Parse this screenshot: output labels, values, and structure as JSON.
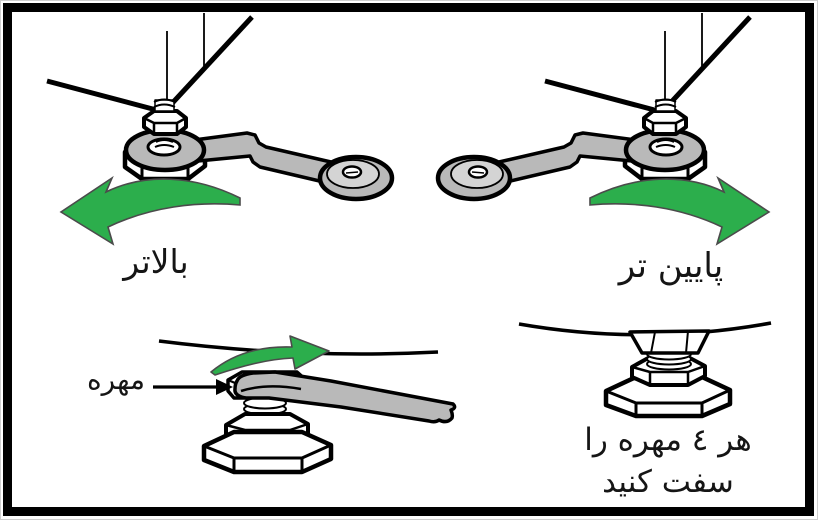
{
  "colors": {
    "background": "#ffffff",
    "outline": "#000000",
    "arrow_green": "#2cae4c",
    "wrench_gray": "#b9b9b9"
  },
  "panels": {
    "top_left": {
      "caption": "بالاتر"
    },
    "top_right": {
      "caption": "پایین تر"
    },
    "bottom_left": {
      "nut_label": "مهره"
    },
    "bottom_right": {
      "caption_line1": "هر ٤ مهره را",
      "caption_line2": "سفت کنید"
    }
  }
}
